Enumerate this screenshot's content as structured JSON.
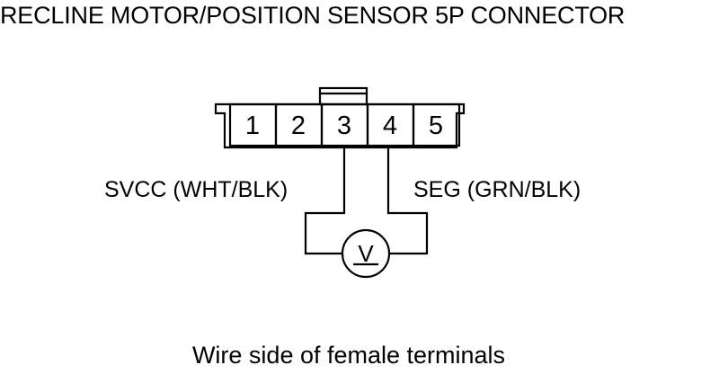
{
  "title": "RECLINE MOTOR/POSITION SENSOR 5P CONNECTOR",
  "connector": {
    "pins": [
      "1",
      "2",
      "3",
      "4",
      "5"
    ]
  },
  "wires": {
    "left_label": "SVCC (WHT/BLK)",
    "right_label": "SEG (GRN/BLK)"
  },
  "meter": {
    "icon": "voltmeter-icon",
    "symbol": "V"
  },
  "caption": "Wire side of female terminals",
  "colors": {
    "line": "#000000",
    "background": "#ffffff"
  }
}
